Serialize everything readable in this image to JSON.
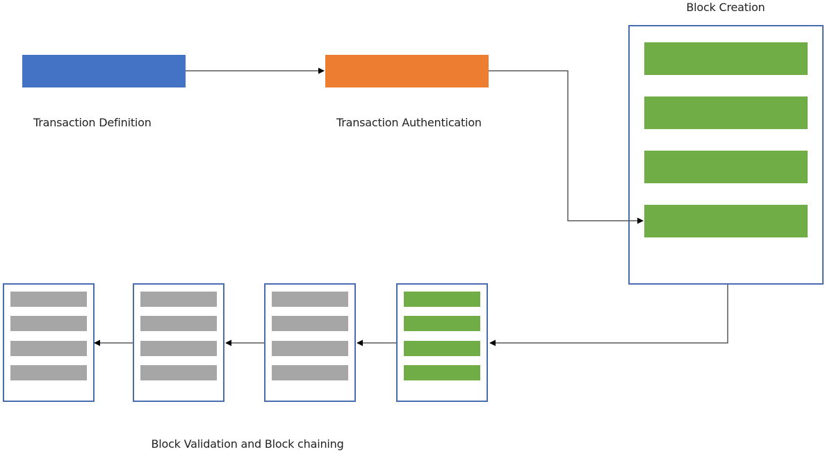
{
  "labels": {
    "transaction_definition": "Transaction Definition",
    "transaction_authentication": "Transaction Authentication",
    "block_creation": "Block Creation",
    "block_validation": "Block Validation and Block chaining"
  },
  "colors": {
    "definition": "#4472C4",
    "authentication": "#ED7D31",
    "record_new": "#70AD47",
    "record_chained": "#A6A6A6",
    "container_border": "#4A6CB0",
    "connector": "#595959"
  },
  "block_creation": {
    "record_count": 4
  },
  "chain": {
    "blocks": [
      {
        "state": "chained",
        "record_count": 4
      },
      {
        "state": "chained",
        "record_count": 4
      },
      {
        "state": "chained",
        "record_count": 4
      },
      {
        "state": "new",
        "record_count": 4
      }
    ]
  }
}
